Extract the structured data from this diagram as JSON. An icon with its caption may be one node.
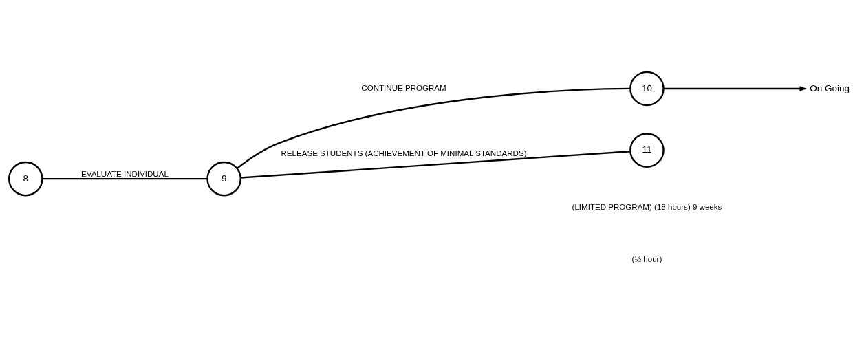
{
  "diagram": {
    "nodes": [
      {
        "text": [
          "8"
        ]
      },
      {
        "text": [
          "9"
        ]
      },
      {
        "text": [
          "10"
        ]
      },
      {
        "text": [
          "On Going"
        ]
      },
      {
        "text": [
          "11"
        ]
      }
    ],
    "edges": [
      {
        "from": 0,
        "to": 1,
        "arrow": "none",
        "label": "EVALUATE INDIVIDUAL"
      },
      {
        "from": 1,
        "to": 2,
        "arrow": "none",
        "label": "CONTINUE PROGRAM"
      },
      {
        "from": 2,
        "to": 3,
        "arrow": "to"
      },
      {
        "from": 1,
        "to": 4,
        "arrow": "none",
        "label": "RELEASE STUDENTS (ACHIEVEMENT OF MINIMAL STANDARDS)"
      }
    ],
    "labels": [
      "(LIMITED PROGRAM) (18 hours) 9 weeks",
      "(½ hour)"
    ]
  }
}
